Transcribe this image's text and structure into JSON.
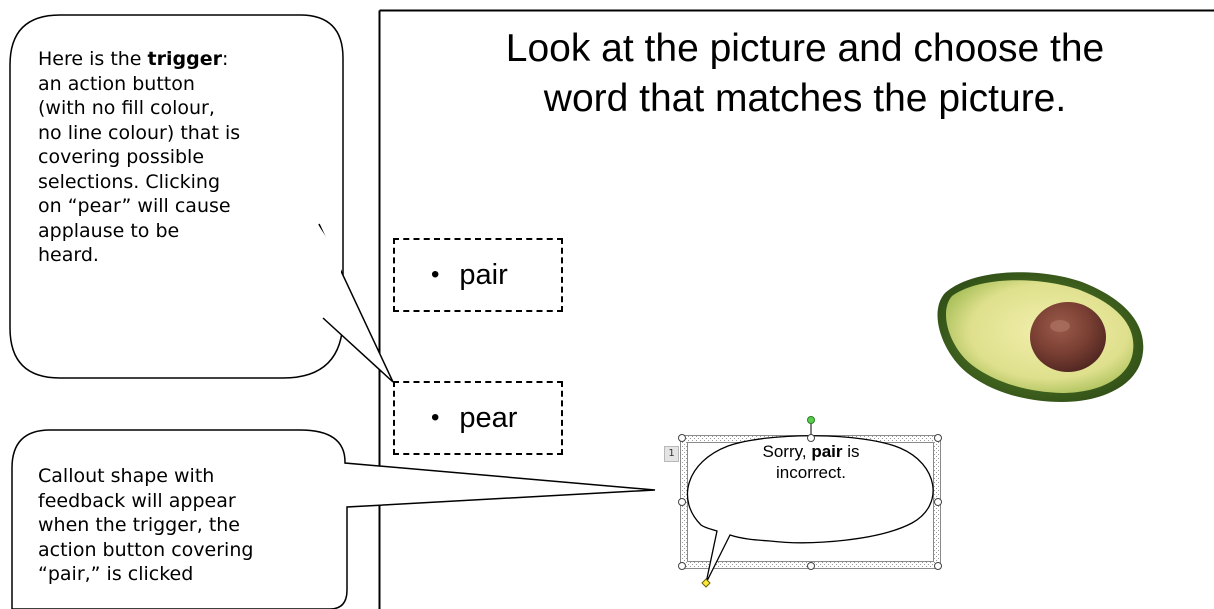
{
  "annotations": {
    "trigger_note": {
      "before": "Here is the ",
      "bold": "trigger",
      "lines_after": [
        ":",
        "an action button",
        "(with no fill colour,",
        "no line colour) that is",
        "covering possible",
        "selections. Clicking",
        "on “pear” will cause",
        "applause to be",
        "heard."
      ]
    },
    "feedback_note": {
      "lines": [
        "Callout shape with",
        "feedback will appear",
        "when the trigger, the",
        "action button covering",
        "“pair,” is clicked"
      ]
    }
  },
  "slide": {
    "title_line1": "Look at the picture and choose the",
    "title_line2": "word that matches the picture.",
    "bullet": "•",
    "options": [
      "pair",
      "pear"
    ],
    "picture": "avocado-half",
    "feedback": {
      "prefix": "Sorry, ",
      "bold": "pair",
      "suffix": " is",
      "line2": "incorrect.",
      "animation_order": "1"
    }
  }
}
